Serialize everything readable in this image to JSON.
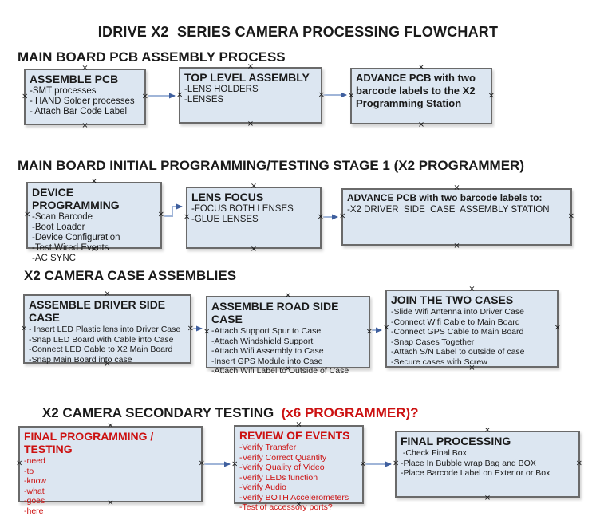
{
  "title": "IDRIVE X2  SERIES CAMERA PROCESSING FLOWCHART",
  "colors": {
    "box_fill": "#dce6f1",
    "box_border": "#6a6a6a",
    "connector_line": "#a0b5d8",
    "connector_arrow": "#3f5f9e",
    "red_text": "#cc1111",
    "black_text": "#1a1a1a"
  },
  "icons": {
    "connection_anchor": "×"
  },
  "sections": [
    {
      "heading": "MAIN BOARD PCB ASSEMBLY PROCESS",
      "boxes": [
        {
          "title": "ASSEMBLE PCB",
          "lines": [
            "-SMT processes",
            "- HAND Solder processes",
            "- Attach Bar Code Label"
          ]
        },
        {
          "title": "TOP LEVEL ASSEMBLY",
          "lines": [
            "-LENS HOLDERS",
            "-LENSES"
          ]
        },
        {
          "title": "ADVANCE PCB with two barcode labels to the X2 Programming Station",
          "lines": []
        }
      ]
    },
    {
      "heading": "MAIN BOARD INITIAL PROGRAMMING/TESTING STAGE 1 (X2 PROGRAMMER)",
      "boxes": [
        {
          "title": "DEVICE PROGRAMMING",
          "lines": [
            "-Scan Barcode",
            "-Boot Loader",
            "-Device Configuration",
            "-Test Wired Events",
            "-AC SYNC"
          ]
        },
        {
          "title": "LENS FOCUS",
          "lines": [
            "-FOCUS BOTH LENSES",
            "-GLUE LENSES"
          ]
        },
        {
          "title": "ADVANCE PCB with two barcode labels to:",
          "lines": [
            "-X2 DRIVER  SIDE  CASE  ASSEMBLY STATION"
          ]
        }
      ]
    },
    {
      "heading": "X2 CAMERA CASE ASSEMBLIES",
      "boxes": [
        {
          "title": "ASSEMBLE DRIVER SIDE CASE",
          "lines": [
            "- Insert LED Plastic lens into Driver Case",
            "-Snap LED Board with Cable into Case",
            "-Connect LED Cable to X2 Main Board",
            "-Snap Main Board into case"
          ]
        },
        {
          "title": "ASSEMBLE ROAD SIDE CASE",
          "lines": [
            "-Attach Support Spur to Case",
            "-Attach Windshield Support",
            "-Attach Wifi Assembly to Case",
            "-Insert GPS Module into Case",
            "-Attach Wifi Label to Outside of Case"
          ]
        },
        {
          "title": "JOIN THE TWO CASES",
          "lines": [
            "-Slide Wifi Antenna into Driver Case",
            "-Connect Wifi Cable to Main Board",
            "-Connect GPS Cable to Main Board",
            "-Snap Cases Together",
            "-Attach S/N Label to outside of case",
            "-Secure cases with Screw"
          ]
        }
      ]
    },
    {
      "heading": "X2 CAMERA SECONDARY TESTING",
      "heading_suffix": "  (x6 PROGRAMMER)?",
      "boxes": [
        {
          "title": "FINAL PROGRAMMING / TESTING",
          "lines": [
            "-need",
            "-to",
            "-know",
            "-what",
            "-goes",
            "-here"
          ]
        },
        {
          "title": "REVIEW OF EVENTS",
          "lines": [
            "-Verify Transfer",
            "-Verify Correct Quantity",
            "-Verify Quality of Video",
            "-Verify LEDs function",
            "-Verify Audio",
            "-Verify BOTH Accelerometers",
            "-Test of accessory ports?"
          ]
        },
        {
          "title": "FINAL PROCESSING",
          "lines": [
            " -Check Final Box",
            "-Place In Bubble wrap Bag and BOX",
            "-Place Barcode Label on Exterior or Box"
          ]
        }
      ]
    }
  ]
}
